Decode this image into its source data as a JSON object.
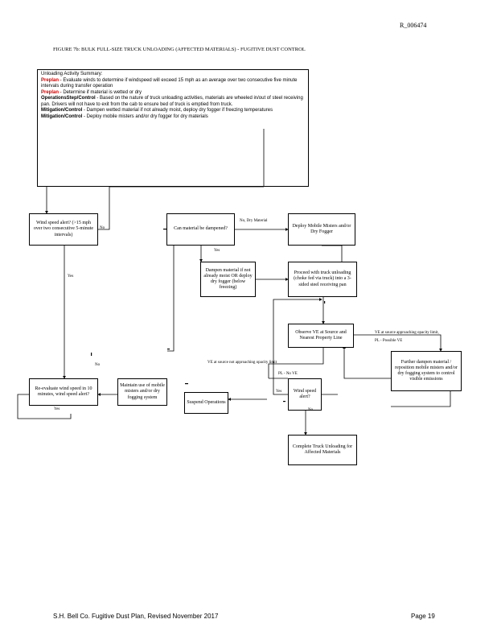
{
  "page": {
    "bates": "R_006474",
    "title": "FIGURE 7b:  BULK FULL-SIZE TRUCK UNLOADING (AFFECTED MATERIALS) - FUGITIVE DUST CONTROL",
    "footer_left": "S.H. Bell Co. Fugitive Dust Plan, Revised November 2017",
    "footer_right": "Page 19"
  },
  "overview": {
    "heading": "Unloading Activity Summary:",
    "lines": [
      {
        "tag": "Preplan",
        "text": " - Evaluate winds to determine if windspeed will exceed 15 mph as an average over two consecutive five minute intervals during transfer operation"
      },
      {
        "tag": "Preplan",
        "text": " - Determine if material is wetted or dry"
      },
      {
        "tag": "OperationsStep/Control",
        "text": " - Based on the nature of truck unloading activities, materials are wheeled in/out of steel receiving pan. Drivers will not have to exit from the cab to ensure bed of truck is emptied from truck."
      },
      {
        "tag": "Mitigation/Control",
        "text": " - Dampen wetted material if not already moist, deploy dry fogger if freezing temperatures"
      },
      {
        "tag": "Mitigation/Control",
        "text": " - Deploy mobile misters and/or dry fogger for dry materials"
      }
    ]
  },
  "boxes": {
    "wind1": "Wind speed alert? (>15 mph over two consecutive 5-minute intervals)",
    "can_dampen": "Can material be dampened?",
    "deploy_misters": "Deploy Mobile Misters and/or Dry Fogger",
    "dampen_material": "Dampen material if not already moist OR deploy dry fogger (below freezing)",
    "proceed": "Proceed with truck unloading (choke fed via truck) into a 3-sided steel receiving pan",
    "observe": "Observe VE at Source and Nearest Property Line",
    "further": "Further dampen material / reposition mobile misters and/or dry fogging system to control visible emissions",
    "reevaluate": "Re-evaluate wind speed in 10 minutes, wind speed alert?",
    "maintain": "Maintain use of mobile misters and/or dry fogging system",
    "suspend": "Suspend Operations",
    "wind2": "Wind speed alert?",
    "complete": "Complete Truck Unloading for Affected Materials"
  },
  "labels": {
    "no1": "No",
    "no_dry": "No, Dry Material",
    "yes_dampen": "Yes",
    "yes_wind1": "Yes",
    "no_left": "No",
    "ve_limit": "VE at source approaching opacity limit,",
    "pl_possible": "PL - Possible VE",
    "ve_not": "VE at source not approaching opacity limit",
    "pl_no": "PL - No VE",
    "yes_wind2": "Yes",
    "no_wind2": "No",
    "yes_reeval": "Yes"
  }
}
